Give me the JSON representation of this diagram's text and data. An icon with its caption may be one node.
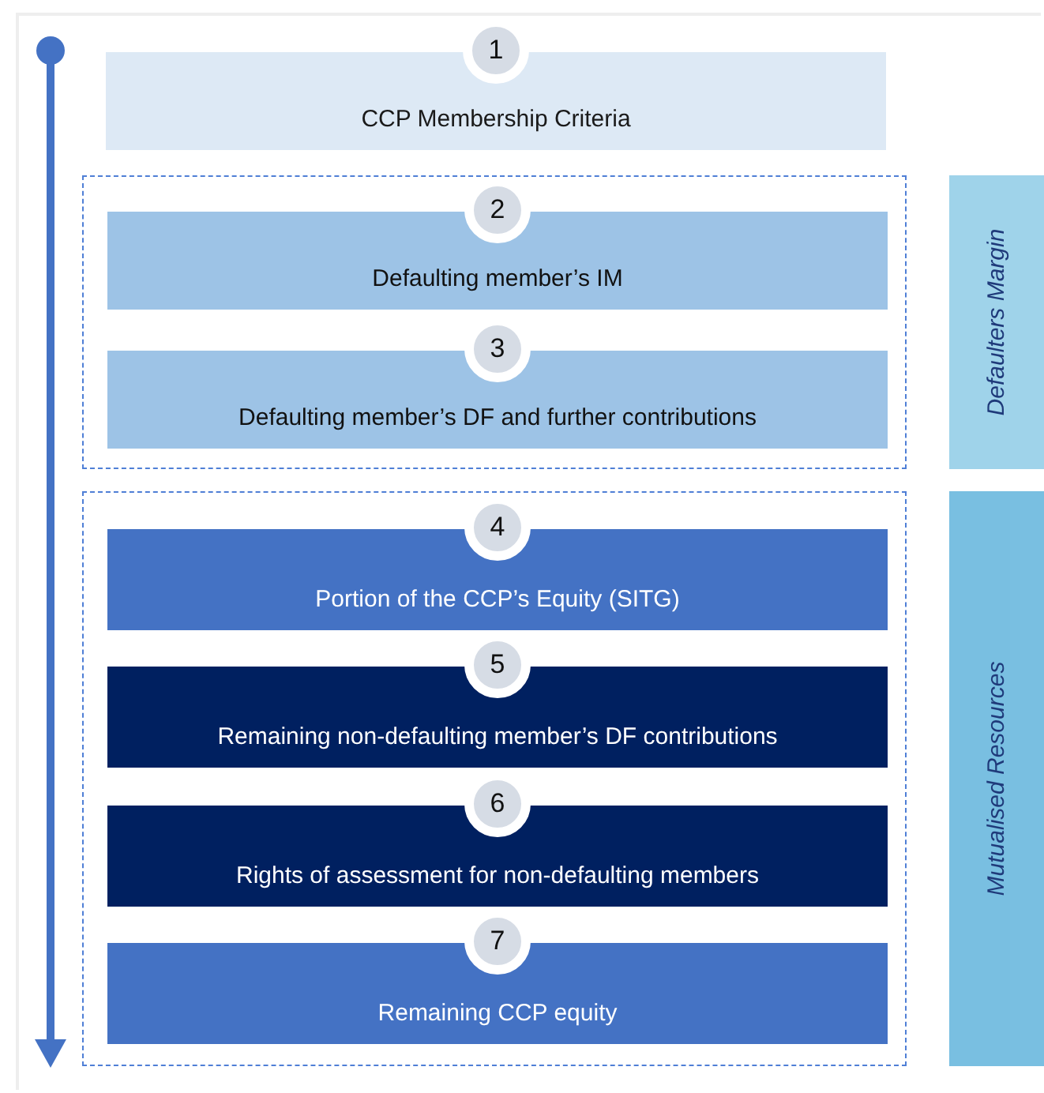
{
  "diagram": {
    "nodes": [
      {
        "text": [
          "1",
          "CCP Membership Criteria"
        ]
      },
      {
        "text": [],
        "shape": "box"
      },
      {
        "text": [
          "2",
          "Defaulting member’s IM"
        ],
        "in": 1
      },
      {
        "text": [
          "3",
          "Defaulting member’s DF and further contributions"
        ],
        "in": 1
      },
      {
        "text": [
          "Defaulters Margin"
        ]
      },
      {
        "text": [],
        "shape": "box"
      },
      {
        "text": [
          "4",
          "Portion of the CCP’s Equity (SITG)"
        ],
        "in": 5
      },
      {
        "text": [
          "5",
          "Remaining non-defaulting member’s DF contributions"
        ],
        "in": 5
      },
      {
        "text": [
          "6",
          "Rights of assessment for non-defaulting members"
        ],
        "in": 5
      },
      {
        "text": [
          "7",
          "Remaining CCP equity"
        ],
        "in": 5
      },
      {
        "text": [
          "Mutualised Resources"
        ]
      }
    ]
  }
}
